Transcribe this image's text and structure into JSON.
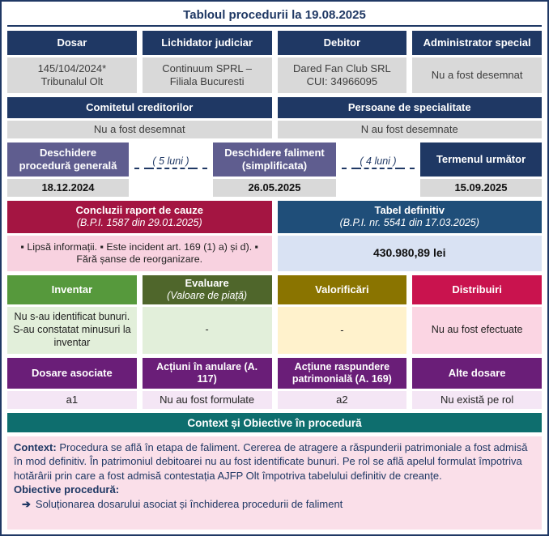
{
  "title": "Tabloul procedurii la 19.08.2025",
  "top": {
    "cols": [
      {
        "header": "Dosar",
        "line1": "145/104/2024*",
        "line2": "Tribunalul Olt"
      },
      {
        "header": "Lichidator judiciar",
        "line1": "Continuum SPRL –",
        "line2": "Filiala Bucuresti"
      },
      {
        "header": "Debitor",
        "line1": "Dared Fan Club SRL",
        "line2": "CUI:  34966095"
      },
      {
        "header": "Administrator special",
        "line1": "Nu a fost desemnat",
        "line2": ""
      }
    ]
  },
  "second": {
    "cols": [
      {
        "header": "Comitetul creditorilor",
        "value": "Nu a fost desemnat"
      },
      {
        "header": "Persoane de specialitate",
        "value": "N au fost desemnate"
      }
    ]
  },
  "timeline": {
    "stage1": {
      "line1": "Deschidere",
      "line2": "procedură generală",
      "date": "18.12.2024"
    },
    "gap1": "( 5 luni )",
    "stage2": {
      "line1": "Deschidere faliment",
      "line2": "(simplificata)",
      "date": "26.05.2025"
    },
    "gap2": "( 4 luni )",
    "stage3": {
      "line1": "Termenul următor",
      "line2": "",
      "date": "15.09.2025"
    }
  },
  "conclusions": {
    "header": "Concluzii raport de cauze",
    "subheader": "(B.P.I. 1587 din 29.01.2025)",
    "body": "▪ Lipsă informații. ▪ Este incident art. 169 (1) a) și d). ▪ Fără șanse de reorganizare."
  },
  "final_table": {
    "header": "Tabel definitiv",
    "subheader": "(B.P.I. nr. 5541 din 17.03.2025)",
    "amount": "430.980,89 lei"
  },
  "assets": {
    "cols": [
      {
        "header": "Inventar",
        "sub": "",
        "value": "Nu s-au identificat bunuri. S-au constatat minusuri la inventar"
      },
      {
        "header": "Evaluare",
        "sub": "(Valoare de piață)",
        "value": "-"
      },
      {
        "header": "Valorificări",
        "sub": "",
        "value": "-"
      },
      {
        "header": "Distribuiri",
        "sub": "",
        "value": "Nu au fost efectuate"
      }
    ]
  },
  "cases": {
    "cols": [
      {
        "header": "Dosare asociate",
        "value": "a1"
      },
      {
        "header": "Acțiuni în anulare (A. 117)",
        "value": "Nu au fost formulate"
      },
      {
        "header": "Acțiune raspundere patrimonială (A. 169)",
        "value": "a2"
      },
      {
        "header": "Alte dosare",
        "value": "Nu există pe rol"
      }
    ]
  },
  "context": {
    "header": "Context și Obiective în procedură",
    "context_label": "Context:",
    "context_text": " Procedura se află în etapa de faliment. Cererea de atragere a răspunderii patrimoniale a fost admisă în mod definitiv. În patrimoniul debitoarei nu au fost identificate bunuri. Pe rol se află apelul formulat împotriva hotărârii prin care a fost admisă contestația AJFP Olt împotriva tabelului definitiv de creanțe.",
    "objectives_label": "Obiective procedură:",
    "objective_arrow": "➔",
    "objective_text": "Soluționarea dosarului asociat și închiderea procedurii de faliment"
  },
  "colors": {
    "navy": "#1F3864",
    "slate_purple": "#5F5D8F",
    "crimson": "#A41542",
    "dark_blue": "#1F4E79",
    "green": "#56993C",
    "olive": "#4F662B",
    "gold": "#8A7400",
    "pink_red": "#C9134E",
    "purple": "#6A1E78",
    "teal": "#0E6E6E",
    "gray_cell": "#D9D9D9"
  }
}
